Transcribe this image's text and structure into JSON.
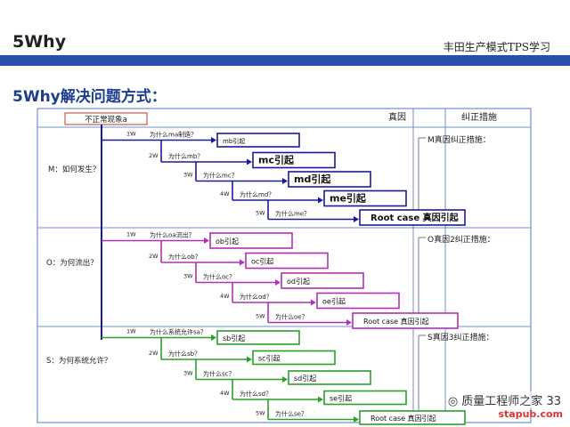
{
  "header": {
    "title": "5Why",
    "subtitle": "丰田生产模式TPS学习",
    "bar_color": "#2a4fa8"
  },
  "heading": "5Why解决问题方式：",
  "table": {
    "col_true_cause": "真因",
    "col_correction": "纠正措施",
    "abnormal": "不正常现象a"
  },
  "colors": {
    "m": "#1a1a99",
    "o": "#b030b8",
    "s": "#2aa02a",
    "trunk": "#1a1a99",
    "table_line": "#6f8fd0"
  },
  "sections": [
    {
      "key": "m",
      "question": "M：如何发生？",
      "correction": "M真因纠正措施：",
      "steps": [
        {
          "why": "1W",
          "q": "为什么ma制造？",
          "box": "mb引起"
        },
        {
          "why": "2W",
          "q": "为什么mb？",
          "box": "mc引起"
        },
        {
          "why": "3W",
          "q": "为什么mc？",
          "box": "md引起"
        },
        {
          "why": "4W",
          "q": "为什么md？",
          "box": "me引起"
        },
        {
          "why": "5W",
          "q": "为什么me？",
          "box": "Root case 真因引起"
        }
      ]
    },
    {
      "key": "o",
      "question": "O：为何流出？",
      "correction": "O真因2纠正措施：",
      "steps": [
        {
          "why": "1W",
          "q": "为什么oa流出？",
          "box": "ob引起"
        },
        {
          "why": "2W",
          "q": "为什么ob？",
          "box": "oc引起"
        },
        {
          "why": "3W",
          "q": "为什么oc？",
          "box": "od引起"
        },
        {
          "why": "4W",
          "q": "为什么od？",
          "box": "oe引起"
        },
        {
          "why": "5W",
          "q": "为什么oe？",
          "box": "Root case 真因引起"
        }
      ]
    },
    {
      "key": "s",
      "question": "S：为何系统允许？",
      "correction": "S真因3纠正措施：",
      "steps": [
        {
          "why": "1W",
          "q": "为什么系统允许sa？",
          "box": "sb引起"
        },
        {
          "why": "2W",
          "q": "为什么sb？",
          "box": "sc引起"
        },
        {
          "why": "3W",
          "q": "为什么sc？",
          "box": "sd引起"
        },
        {
          "why": "4W",
          "q": "为什么sd？",
          "box": "se引起"
        },
        {
          "why": "5W",
          "q": "为什么se？",
          "box": "Root case 真因引起"
        }
      ]
    }
  ],
  "watermark": {
    "name": "质量工程师之家",
    "url": "stapub.com",
    "page": "33"
  }
}
